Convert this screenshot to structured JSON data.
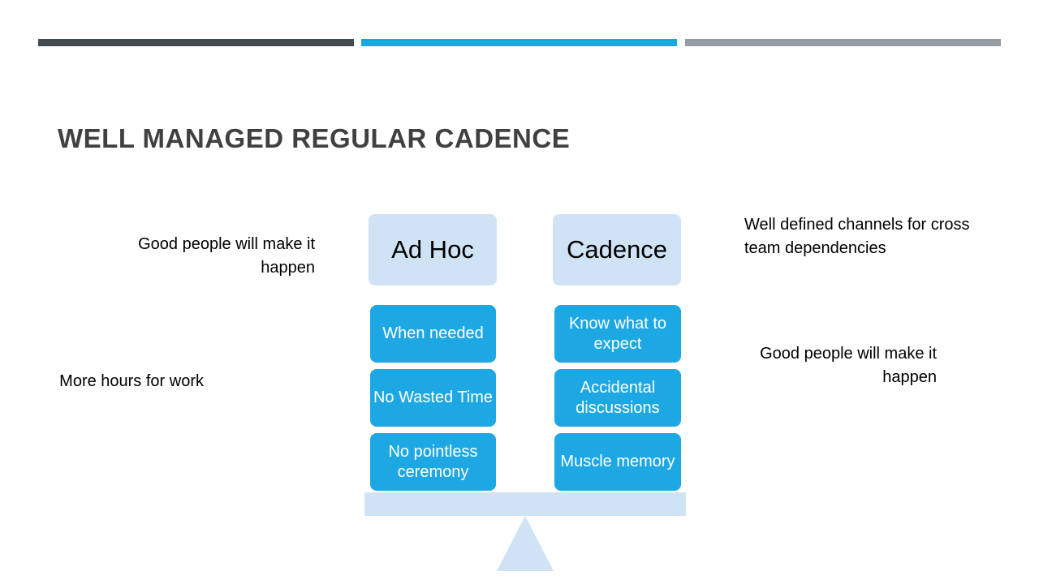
{
  "slide": {
    "title": "WELL MANAGED REGULAR CADENCE"
  },
  "notes": {
    "left_top": "Good people will make it happen",
    "left_bottom": "More hours for work",
    "right_top": "Well defined channels for cross team dependencies",
    "right_bottom": "Good people will make it happen"
  },
  "columns": {
    "left": {
      "header": "Ad Hoc",
      "items": [
        "When needed",
        "No Wasted Time",
        "No pointless ceremony"
      ]
    },
    "right": {
      "header": "Cadence",
      "items": [
        "Know what to expect",
        "Accidental discussions",
        "Muscle memory"
      ]
    }
  },
  "colors": {
    "accent_dark": "#434a50",
    "accent_blue": "#1aa7e0",
    "accent_gray": "#969ca3",
    "header_fill": "#cfe3f4",
    "item_fill": "#1ea8e3"
  }
}
